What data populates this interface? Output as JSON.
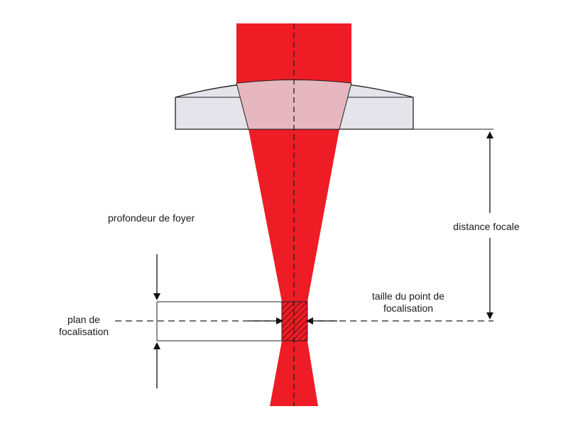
{
  "labels": {
    "depth_of_focus": "profondeur de foyer",
    "focal_length": "distance focale",
    "spot_size_line1": "taille du point de",
    "spot_size_line2": "focalisation",
    "focal_plane_line1": "plan de",
    "focal_plane_line2": "focalisation"
  },
  "colors": {
    "beam": "#ee1c25",
    "lens": "#e4e4ea",
    "lens_over_beam": "#e6b7be",
    "stroke": "#222222",
    "focus_hatch": "#6a0a10"
  }
}
